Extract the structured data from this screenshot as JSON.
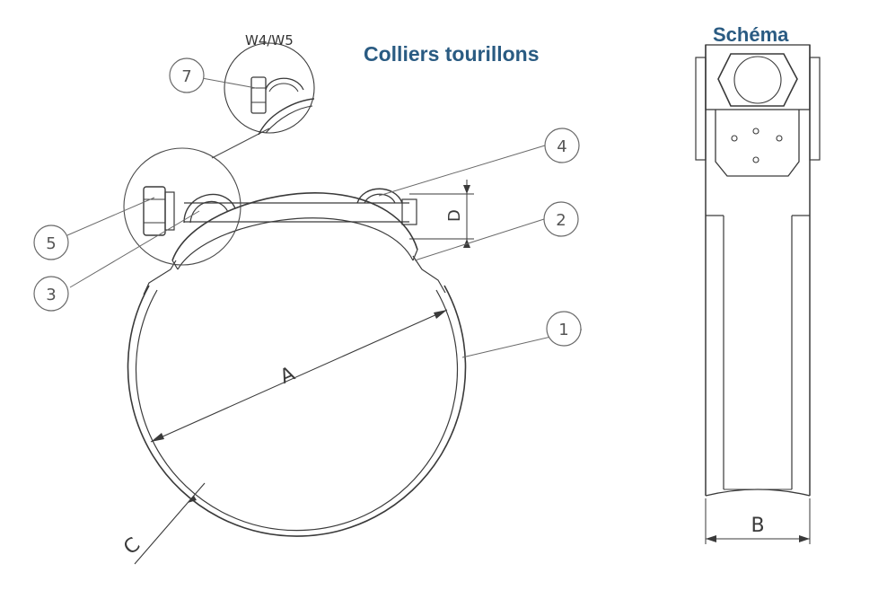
{
  "titles": {
    "main": "Colliers tourillons",
    "schema": "Schéma",
    "detail": "W4/W5"
  },
  "callouts": [
    "1",
    "2",
    "3",
    "4",
    "5",
    "7"
  ],
  "dimensions": {
    "a": "A",
    "b": "B",
    "c": "C",
    "d": "D"
  },
  "colors": {
    "title": "#2a5b82",
    "line": "#3a3a3a",
    "callout": "#6a6a6a"
  }
}
